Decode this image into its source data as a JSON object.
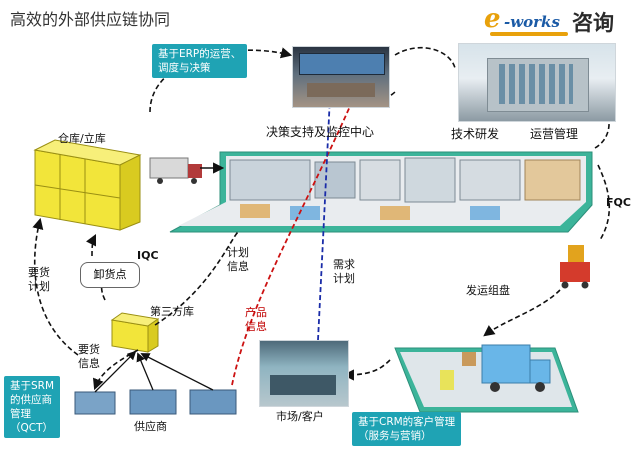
{
  "title": "高效的外部供应链协同",
  "logo": {
    "e": "e",
    "works": "-works",
    "zixun": "咨询"
  },
  "boxes": {
    "erp": "基于ERP的运营、\n调度与决策",
    "srm": "基于SRM\n的供应商\n管理\n（QCT）",
    "crm": "基于CRM的客户管理\n（服务与营销）"
  },
  "labels": {
    "decision_center": "决策支持及监控中心",
    "tech_rd": "技术研发",
    "ops_mgmt": "运营管理",
    "warehouse": "仓库/立库",
    "iqc": "IQC",
    "fqc": "FQC",
    "unload_point": "卸货点",
    "third_party_wh": "第三方库",
    "supplier": "供应商",
    "market_customer": "市场/客户",
    "ship_group": "发运组盘",
    "req_plan_left": "要货\n计划",
    "req_info": "要货\n信息",
    "plan_info": "计划\n信息",
    "product_info": "产品\n信息",
    "demand_plan": "需求\n计划"
  },
  "colors": {
    "teal": "#1fa3b4",
    "platform": "#3cb49a",
    "rack": "#f2e53a",
    "arrow_red": "#cc1111",
    "arrow_blue": "#1a2ca8"
  }
}
